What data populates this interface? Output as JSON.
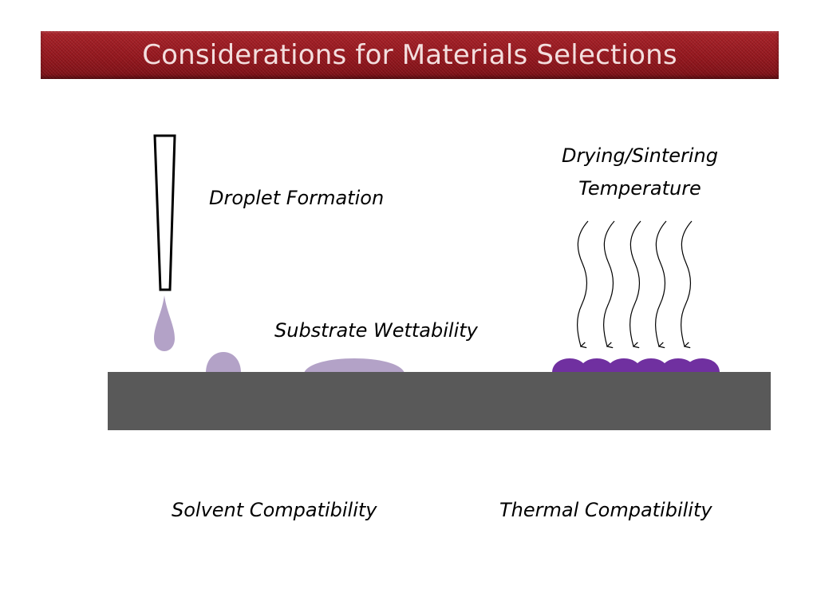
{
  "title": "Considerations for Materials Selections",
  "labels": {
    "droplet_formation": "Droplet Formation",
    "drying_sintering_line1": "Drying/Sintering",
    "drying_sintering_line2": "Temperature",
    "substrate_wettability": "Substrate Wettability",
    "solvent_compatibility": "Solvent Compatibility",
    "thermal_compatibility": "Thermal Compatibility"
  },
  "colors": {
    "banner": "#9a1b22",
    "title_text": "#f3dede",
    "substrate": "#595959",
    "ink_light": "#b3a2c7",
    "ink_sintered": "#7030a0"
  },
  "icons": [
    "nozzle-icon",
    "droplet-icon",
    "heat-arrow-icon"
  ]
}
